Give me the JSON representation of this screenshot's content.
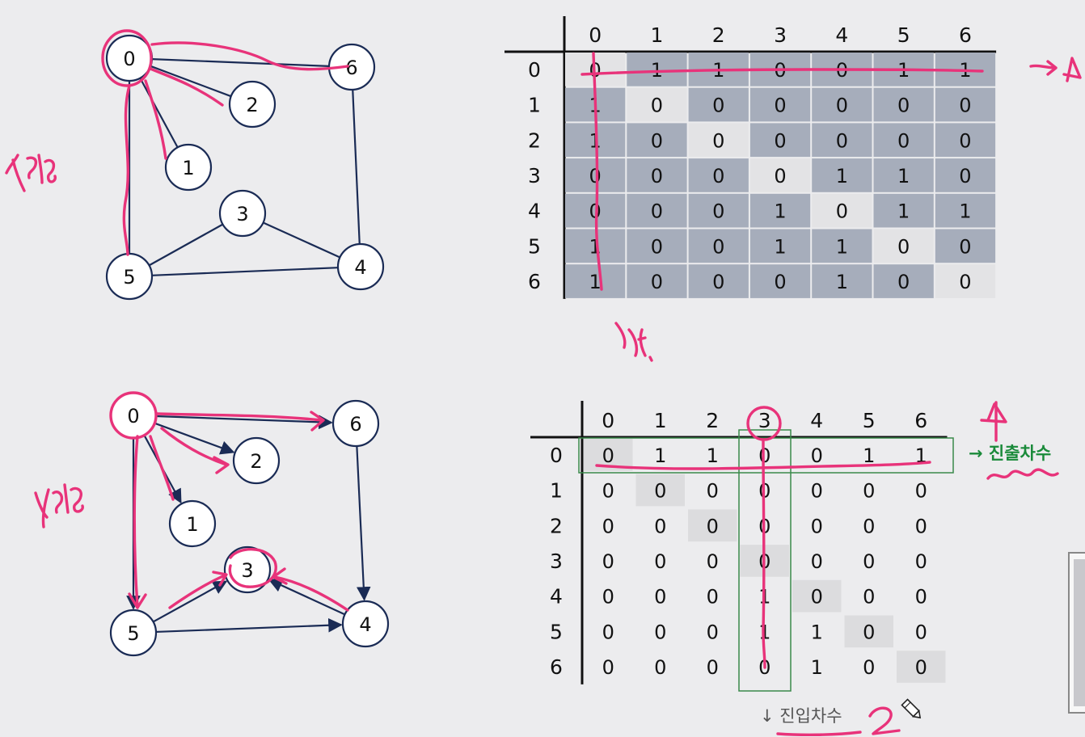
{
  "undirected_graph": {
    "nodes": [
      {
        "id": "0",
        "label": "0"
      },
      {
        "id": "1",
        "label": "1"
      },
      {
        "id": "2",
        "label": "2"
      },
      {
        "id": "3",
        "label": "3"
      },
      {
        "id": "4",
        "label": "4"
      },
      {
        "id": "5",
        "label": "5"
      },
      {
        "id": "6",
        "label": "6"
      }
    ],
    "edges": [
      [
        "0",
        "6"
      ],
      [
        "0",
        "2"
      ],
      [
        "0",
        "1"
      ],
      [
        "0",
        "5"
      ],
      [
        "6",
        "4"
      ],
      [
        "3",
        "5"
      ],
      [
        "3",
        "4"
      ],
      [
        "5",
        "4"
      ]
    ],
    "annotation": "무향"
  },
  "directed_graph": {
    "nodes": [
      {
        "id": "0",
        "label": "0"
      },
      {
        "id": "1",
        "label": "1"
      },
      {
        "id": "2",
        "label": "2"
      },
      {
        "id": "3",
        "label": "3"
      },
      {
        "id": "4",
        "label": "4"
      },
      {
        "id": "5",
        "label": "5"
      },
      {
        "id": "6",
        "label": "6"
      }
    ],
    "edges": [
      [
        "0",
        "6"
      ],
      [
        "0",
        "2"
      ],
      [
        "0",
        "1"
      ],
      [
        "0",
        "5"
      ],
      [
        "6",
        "4"
      ],
      [
        "5",
        "3"
      ],
      [
        "4",
        "3"
      ],
      [
        "5",
        "4"
      ]
    ],
    "annotation": "유향"
  },
  "undirected_matrix": {
    "col_headers": [
      "0",
      "1",
      "2",
      "3",
      "4",
      "5",
      "6"
    ],
    "row_headers": [
      "0",
      "1",
      "2",
      "3",
      "4",
      "5",
      "6"
    ],
    "rows": [
      [
        0,
        1,
        1,
        0,
        0,
        1,
        1
      ],
      [
        1,
        0,
        0,
        0,
        0,
        0,
        0
      ],
      [
        1,
        0,
        0,
        0,
        0,
        0,
        0
      ],
      [
        0,
        0,
        0,
        0,
        1,
        1,
        0
      ],
      [
        0,
        0,
        0,
        1,
        0,
        1,
        1
      ],
      [
        1,
        0,
        0,
        1,
        1,
        0,
        0
      ],
      [
        1,
        0,
        0,
        0,
        1,
        0,
        0
      ]
    ],
    "row_annotation": "→ 4",
    "col_annotation": "⅟4."
  },
  "directed_matrix": {
    "col_headers": [
      "0",
      "1",
      "2",
      "3",
      "4",
      "5",
      "6"
    ],
    "row_headers": [
      "0",
      "1",
      "2",
      "3",
      "4",
      "5",
      "6"
    ],
    "rows": [
      [
        0,
        1,
        1,
        0,
        0,
        1,
        1
      ],
      [
        0,
        0,
        0,
        0,
        0,
        0,
        0
      ],
      [
        0,
        0,
        0,
        0,
        0,
        0,
        0
      ],
      [
        0,
        0,
        0,
        0,
        0,
        0,
        0
      ],
      [
        0,
        0,
        0,
        1,
        0,
        0,
        0
      ],
      [
        0,
        0,
        0,
        1,
        1,
        0,
        0
      ],
      [
        0,
        0,
        0,
        0,
        1,
        0,
        0
      ]
    ],
    "out_degree_label": "→ 진출차수",
    "out_degree_value": "4",
    "in_degree_label": "↓ 진입차수",
    "in_degree_value": "2"
  },
  "colors": {
    "background": "#ececee",
    "node_stroke": "#1a2b55",
    "edge": "#1a2b55",
    "cell_dark": "#a6adbb",
    "cell_light": "#e3e3e5",
    "cell_diag": "#dcdcde",
    "ink": "#e8337a",
    "highlight_green": "#1a8a3a",
    "green_box": "#3a8a4a"
  }
}
